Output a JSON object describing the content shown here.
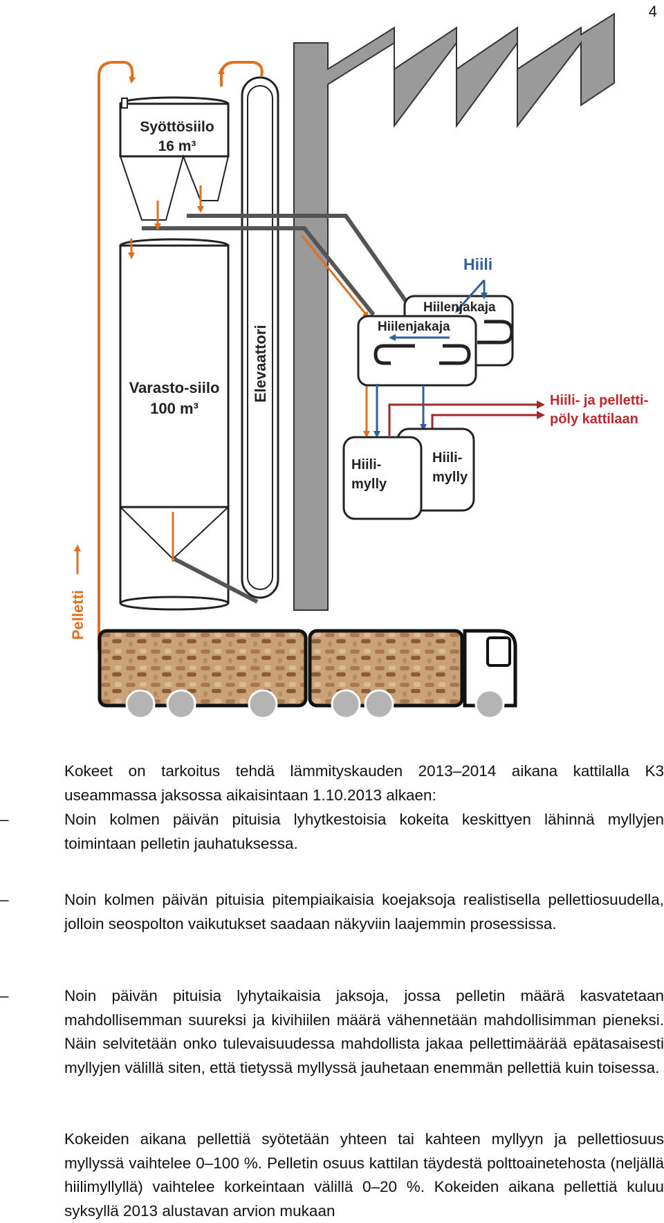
{
  "page_number": "4",
  "diagram": {
    "feed_silo_name": "Syöttösiilo",
    "feed_silo_volume": "16 m³",
    "storage_silo_name": "Varasto-siilo",
    "storage_silo_volume": "100 m³",
    "elevator_label": "Elevaattori",
    "coal_label": "Hiili",
    "coal_distributor_label": "Hiilenjakaja",
    "coal_distributor_label_back": "Hiilenjakaja",
    "dust_label_line1": "Hiili- ja pelletti-",
    "dust_label_line2": "pöly kattilaan",
    "mill_front_line1": "Hiili-",
    "mill_front_line2": "mylly",
    "mill_back_line1": "Hiili-",
    "mill_back_line2": "mylly",
    "pellet_label": "Pelletti",
    "colors": {
      "pellet_flow": "#e07020",
      "coal_flow": "#2f5f9f",
      "dust_flow": "#a02828",
      "coal_label": "#2f5f9f",
      "dust_label": "#c0282e",
      "chimney": "#9a9a9a"
    }
  },
  "text": {
    "intro": "Kokeet on tarkoitus tehdä lämmityskauden 2013–2014 aikana kattilalla K3 useammassa jaksossa aikaisintaan 1.10.2013 alkaen:",
    "bullet1": "Noin kolmen päivän pituisia lyhytkestoisia kokeita keskittyen lähinnä myllyjen toimintaan pelletin jauhatuksessa.",
    "bullet2": "Noin kolmen päivän pituisia pitempiaikaisia koejaksoja realistisella pellettiosuudella, jolloin seospolton vaikutukset saadaan näkyviin laajemmin prosessissa.",
    "bullet3": "Noin päivän pituisia lyhytaikaisia jaksoja, jossa pelletin määrä kasvatetaan mahdollisemman suureksi ja kivihiilen määrä vähennetään mahdollisimman pieneksi. Näin selvitetään onko tulevaisuudessa mahdollista jakaa pellettimäärää epätasaisesti myllyjen välillä siten, että tietyssä myllyssä jauhetaan enemmän pellettiä kuin toisessa.",
    "closing": "Kokeiden aikana pellettiä syötetään yhteen tai kahteen myllyyn ja pellettiosuus myllyssä vaihtelee 0–100 %. Pelletin osuus kattilan täydestä polttoainetehosta (neljällä hiilimyllyllä) vaihtelee korkeintaan välillä 0–20 %. Kokeiden aikana pellettiä kuluu syksyllä 2013 alustavan arvion mukaan",
    "dash": "–"
  }
}
